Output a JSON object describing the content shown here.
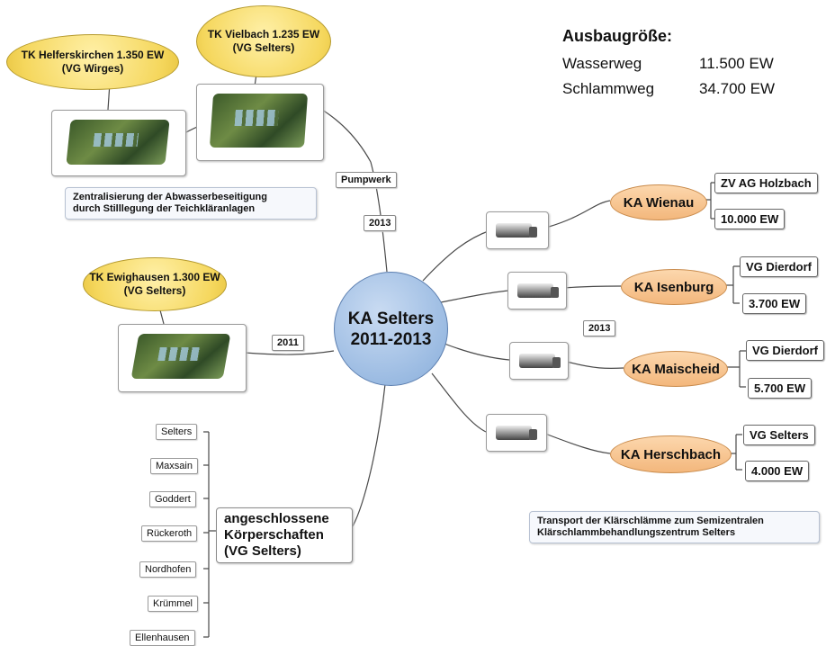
{
  "center": {
    "line1": "KA Selters",
    "line2": "2011-2013"
  },
  "capacity": {
    "title": "Ausbaugröße:",
    "rows": [
      {
        "label": "Wasserweg",
        "value": "11.500 EW"
      },
      {
        "label": "Schlammweg",
        "value": "34.700 EW"
      }
    ]
  },
  "ponds": [
    {
      "line1": "TK Helferskirchen 1.350 EW",
      "line2": "(VG Wirges)"
    },
    {
      "line1": "TK Vielbach 1.235 EW",
      "line2": "(VG Selters)"
    },
    {
      "line1": "TK Ewighausen 1.300 EW",
      "line2": "(VG Selters)"
    }
  ],
  "labels": {
    "pumpwerk": "Pumpwerk",
    "year_top": "2013",
    "year_left": "2011",
    "year_right": "2013"
  },
  "notes": {
    "zentral_line1": "Zentralisierung der Abwasserbeseitigung",
    "zentral_line2": "durch Stilllegung der Teichkläranlagen",
    "transport_line1": "Transport der Klärschlämme zum Semizentralen",
    "transport_line2": "Klärschlammbehandlungszentrum Selters"
  },
  "plants": [
    {
      "name": "KA Wienau",
      "owner": "ZV AG Holzbach",
      "ew": "10.000 EW"
    },
    {
      "name": "KA Isenburg",
      "owner": "VG Dierdorf",
      "ew": "3.700 EW"
    },
    {
      "name": "KA Maischeid",
      "owner": "VG Dierdorf",
      "ew": "5.700 EW"
    },
    {
      "name": "KA Herschbach",
      "owner": "VG Selters",
      "ew": "4.000 EW"
    }
  ],
  "bodies": {
    "line1": "angeschlossene",
    "line2": "Körperschaften",
    "line3": "(VG Selters)",
    "members": [
      "Selters",
      "Maxsain",
      "Goddert",
      "Rückeroth",
      "Nordhofen",
      "Krümmel",
      "Ellenhausen"
    ]
  },
  "colors": {
    "center": "#9bbbe2",
    "pond": "#f5d75d",
    "plant": "#f3b77c"
  }
}
